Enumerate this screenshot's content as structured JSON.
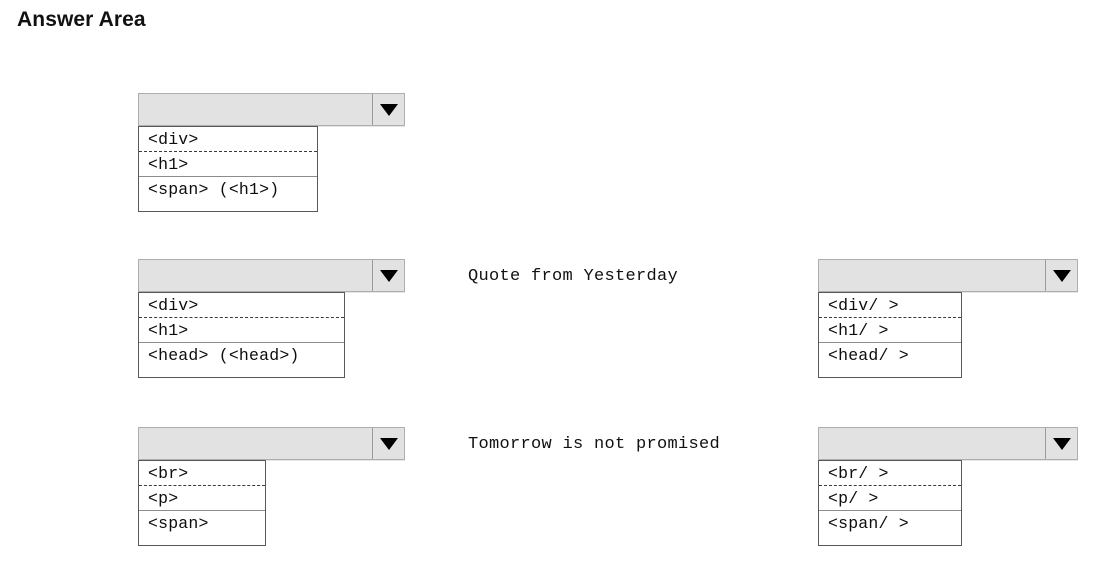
{
  "page": {
    "title": "Answer Area",
    "background_color": "#ffffff"
  },
  "colors": {
    "select_fill": "#e2e2e2",
    "select_border": "#aeaeae",
    "list_border": "#595959",
    "list_fill": "#ffffff",
    "text": "#000000",
    "caret": "#000000"
  },
  "dropdowns": [
    {
      "id": "dropdown-1",
      "selected_value": "",
      "arrow_icon": "chevron-down-icon",
      "options": [
        {
          "label": "<div>",
          "separator": "dotted"
        },
        {
          "label": "<h1>",
          "separator": "solid"
        },
        {
          "label": "<span> (<h1>)",
          "separator": "none"
        },
        {
          "label": "",
          "separator": "none"
        }
      ]
    },
    {
      "id": "dropdown-2",
      "selected_value": "",
      "arrow_icon": "chevron-down-icon",
      "options": [
        {
          "label": "<div>",
          "separator": "dotted"
        },
        {
          "label": "<h1>",
          "separator": "solid"
        },
        {
          "label": "<head> (<head>)",
          "separator": "none"
        },
        {
          "label": "",
          "separator": "none"
        }
      ]
    },
    {
      "id": "dropdown-3",
      "selected_value": "",
      "arrow_icon": "chevron-down-icon",
      "options": [
        {
          "label": "<div/ >",
          "separator": "dotted"
        },
        {
          "label": "<h1/ >",
          "separator": "solid"
        },
        {
          "label": "<head/ >",
          "separator": "none"
        },
        {
          "label": "",
          "separator": "none"
        }
      ]
    },
    {
      "id": "dropdown-4",
      "selected_value": "",
      "arrow_icon": "chevron-down-icon",
      "options": [
        {
          "label": "<br>",
          "separator": "dotted"
        },
        {
          "label": "<p>",
          "separator": "solid"
        },
        {
          "label": "<span>",
          "separator": "none"
        },
        {
          "label": "",
          "separator": "none"
        }
      ]
    },
    {
      "id": "dropdown-5",
      "selected_value": "",
      "arrow_icon": "chevron-down-icon",
      "options": [
        {
          "label": "<br/ >",
          "separator": "dotted"
        },
        {
          "label": "<p/ >",
          "separator": "solid"
        },
        {
          "label": "<span/ >",
          "separator": "none"
        },
        {
          "label": "",
          "separator": "none"
        }
      ]
    }
  ],
  "sentences": [
    {
      "id": "sentence-1",
      "text": "Quote from Yesterday"
    },
    {
      "id": "sentence-2",
      "text": "Tomorrow is not promised"
    }
  ]
}
